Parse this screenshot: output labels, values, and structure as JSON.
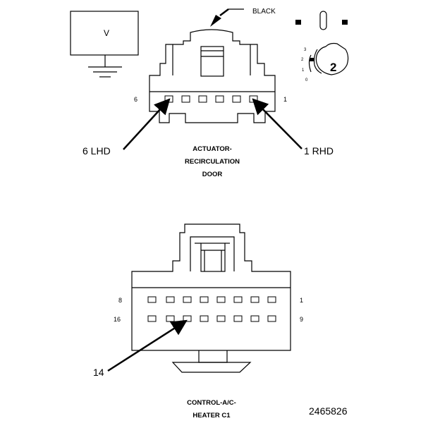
{
  "labels": {
    "voltmeter": "V",
    "wire_color": "BLACK",
    "c1_pin_left": "6",
    "c1_pin_right": "1",
    "callout_lhd": "6 LHD",
    "callout_rhd": "1 RHD",
    "c1_name": [
      "ACTUATOR-",
      "RECIRCULATION",
      "DOOR"
    ],
    "c2_row1_left": "8",
    "c2_row1_right": "1",
    "c2_row2_left": "16",
    "c2_row2_right": "9",
    "callout_14": "14",
    "c2_name": [
      "CONTROL-A/C-",
      "HEATER C1"
    ],
    "figure_number": "2465826",
    "scale_ticks": [
      "3",
      "2",
      "1",
      "0"
    ],
    "scale_digit": "2"
  }
}
